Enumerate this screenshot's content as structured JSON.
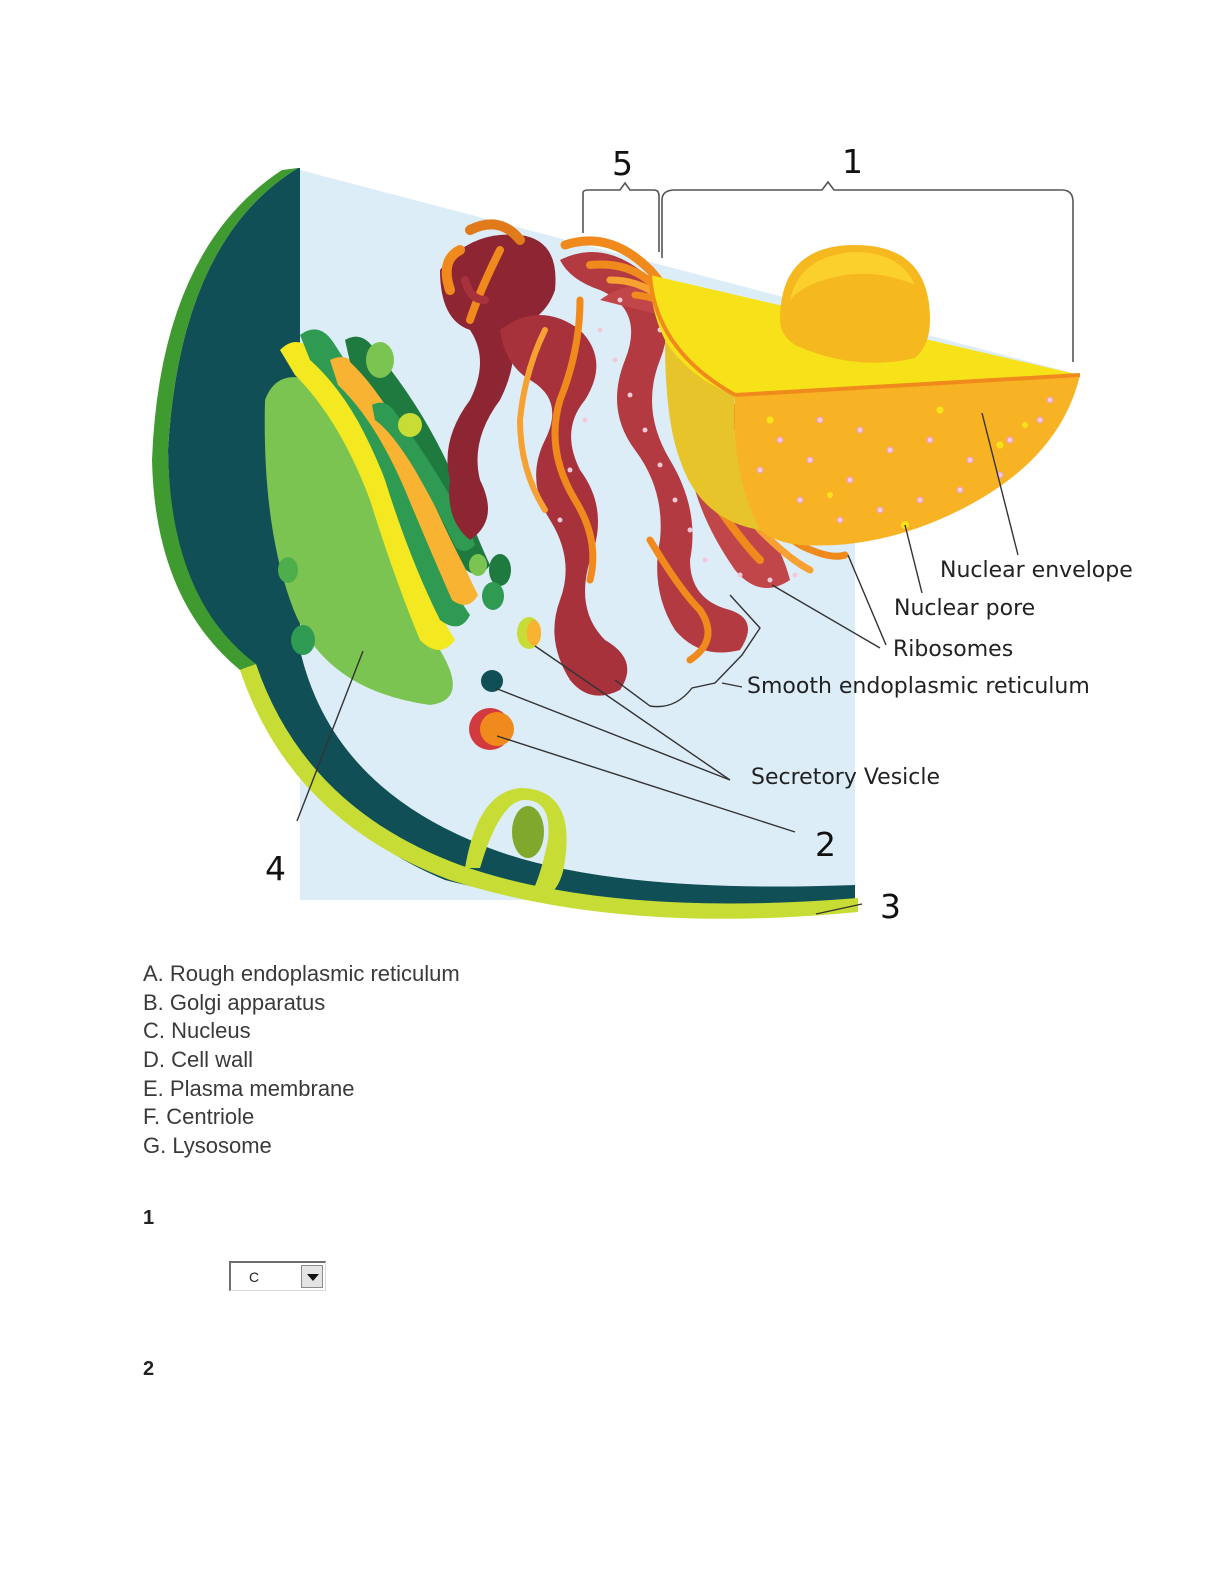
{
  "diagram": {
    "callouts": {
      "nuclear_envelope": "Nuclear envelope",
      "nuclear_pore": "Nuclear pore",
      "ribosomes": "Ribosomes",
      "smooth_er": "Smooth endoplasmic reticulum",
      "secretory_vesicle": "Secretory Vesicle"
    },
    "number_labels": {
      "n1": "1",
      "n2": "2",
      "n3": "3",
      "n4": "4",
      "n5": "5"
    },
    "colors": {
      "cell_wall_outer": "#3f9a2f",
      "cytoplasm_dark": "#0f4f55",
      "cytoplasm_light": "#dcedf8",
      "membrane_lime": "#c8dc36",
      "nucleus_yellow": "#f7e21a",
      "nucleus_orange": "#f8b324",
      "rough_er_red": "#a8323c",
      "er_orange": "#f08a1c",
      "golgi_green": "#7cc452"
    }
  },
  "options": [
    "A. Rough endoplasmic reticulum",
    "B. Golgi apparatus",
    "C. Nucleus",
    "D. Cell wall",
    "E. Plasma membrane",
    "F. Centriole",
    "G. Lysosome"
  ],
  "questions": [
    {
      "number": "1",
      "selected": "C"
    },
    {
      "number": "2"
    }
  ],
  "icons": {
    "dropdown": "chevron-down-icon"
  }
}
